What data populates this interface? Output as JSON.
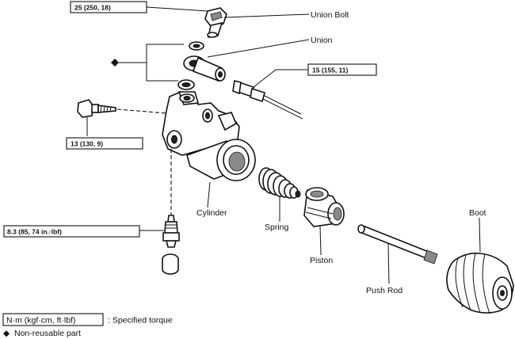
{
  "torque_specs": {
    "union_bolt": "25 (250, 18)",
    "tube_nut": "15 (155, 11)",
    "mount_bolt": "13 (130, 9)",
    "bleeder": "8.3 (85, 74 in.·lbf)"
  },
  "parts": {
    "union_bolt": "Union Bolt",
    "union": "Union",
    "cylinder": "Cylinder",
    "spring": "Spring",
    "piston": "Piston",
    "push_rod": "Push Rod",
    "boot": "Boot"
  },
  "legend": {
    "unit_box": "N·m (kgf·cm, ft·lbf)",
    "unit_desc": ": Specified torque",
    "nonreusable_symbol": "◆",
    "nonreusable_desc": "Non-reusable part"
  },
  "colors": {
    "ink": "#111111",
    "background": "#ffffff"
  }
}
